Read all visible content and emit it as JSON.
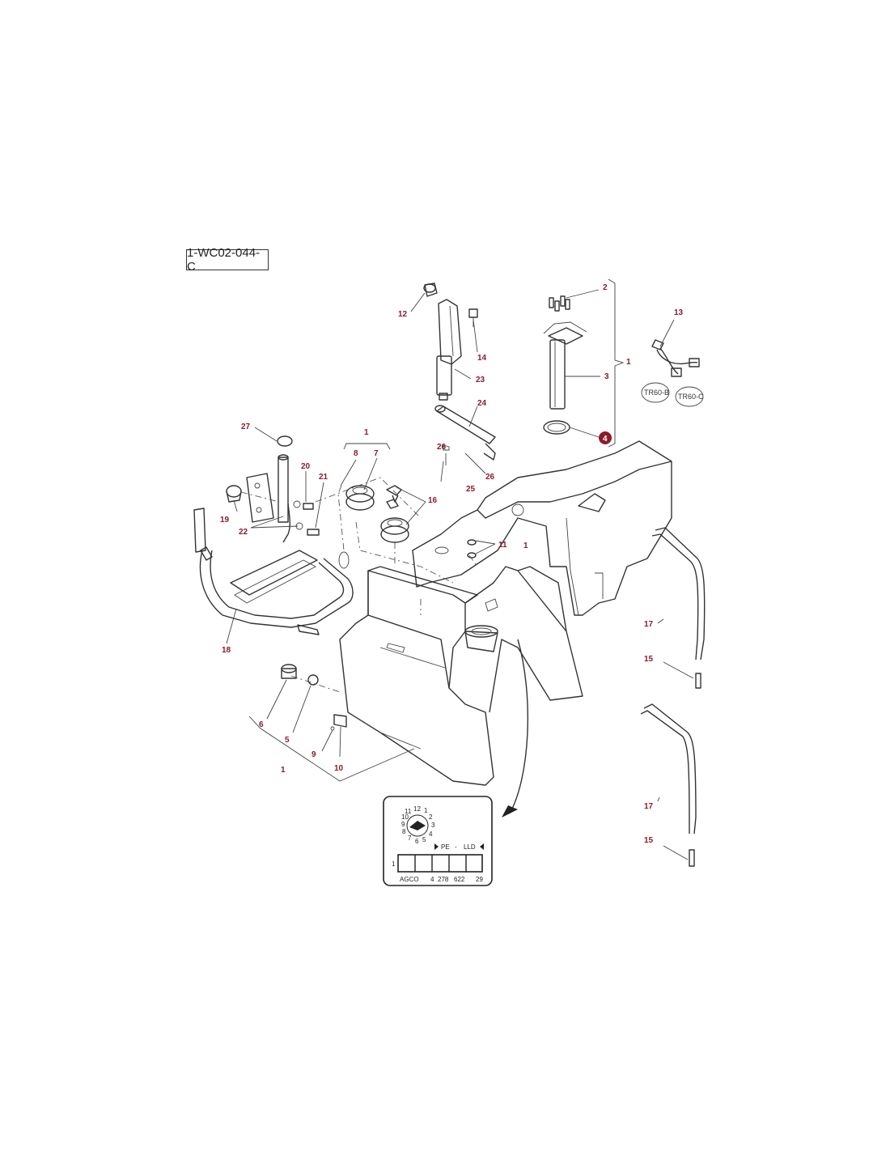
{
  "reference_code": "1-WC02-044-C",
  "callouts": [
    "1",
    "2",
    "3",
    "4",
    "5",
    "6",
    "7",
    "8",
    "9",
    "10",
    "11",
    "12",
    "13",
    "14",
    "15",
    "16",
    "17",
    "18",
    "19",
    "20",
    "21",
    "22",
    "23",
    "24",
    "25",
    "26",
    "27"
  ],
  "connector_tags": [
    "TR60-B",
    "TR60-C"
  ],
  "id_plate": {
    "dial_numbers": [
      "12",
      "1",
      "2",
      "3",
      "4",
      "5",
      "6",
      "7",
      "8",
      "9",
      "10",
      "11"
    ],
    "header_left": "PE",
    "header_dash": "-",
    "header_right": "LLD",
    "row_label": "1",
    "footer": [
      "AGCO",
      "4",
      "278",
      "622",
      "29"
    ]
  },
  "highlight_color": "#8a1c2b"
}
